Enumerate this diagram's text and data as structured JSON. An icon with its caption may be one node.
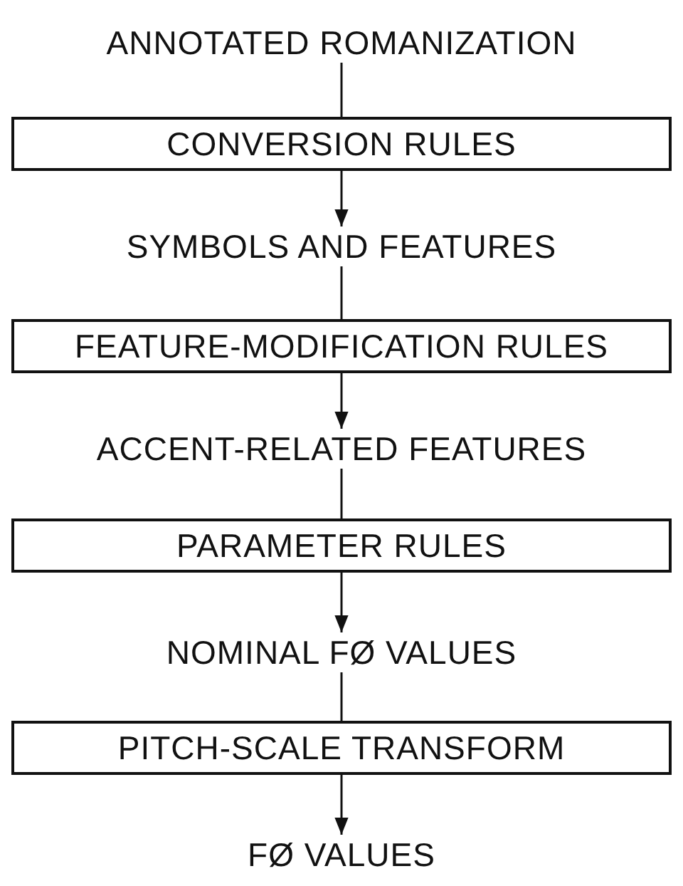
{
  "diagram": {
    "nodes": [
      {
        "text": [
          "ANNOTATED ROMANIZATION"
        ]
      },
      {
        "text": [
          "CONVERSION RULES"
        ]
      },
      {
        "text": [
          "SYMBOLS AND FEATURES"
        ]
      },
      {
        "text": [
          "FEATURE-MODIFICATION RULES"
        ]
      },
      {
        "text": [
          "ACCENT-RELATED FEATURES"
        ]
      },
      {
        "text": [
          "PARAMETER RULES"
        ]
      },
      {
        "text": [
          "NOMINAL FØ VALUES"
        ]
      },
      {
        "text": [
          "PITCH-SCALE TRANSFORM"
        ]
      },
      {
        "text": [
          "FØ VALUES"
        ]
      }
    ],
    "edges": [
      {
        "from": 0,
        "to": 1,
        "arrow": "none"
      },
      {
        "from": 1,
        "to": 2,
        "arrow": "to"
      },
      {
        "from": 2,
        "to": 3,
        "arrow": "none"
      },
      {
        "from": 3,
        "to": 4,
        "arrow": "to"
      },
      {
        "from": 4,
        "to": 5,
        "arrow": "none"
      },
      {
        "from": 5,
        "to": 6,
        "arrow": "to"
      },
      {
        "from": 6,
        "to": 7,
        "arrow": "none"
      },
      {
        "from": 7,
        "to": 8,
        "arrow": "to"
      }
    ]
  }
}
